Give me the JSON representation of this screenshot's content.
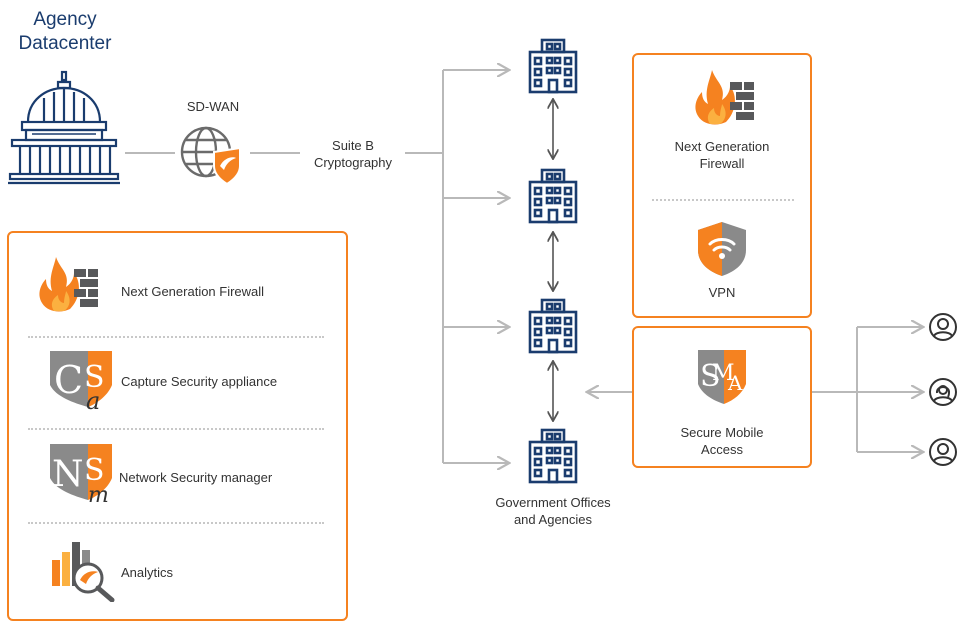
{
  "datacenter": {
    "title_line1": "Agency",
    "title_line2": "Datacenter"
  },
  "sdwan": {
    "label": "SD-WAN"
  },
  "crypto": {
    "line1": "Suite B",
    "line2": "Cryptography"
  },
  "left_panel": {
    "items": [
      {
        "label": "Next Generation Firewall",
        "icon": "firewall-icon"
      },
      {
        "label": "Capture Security appliance",
        "icon": "capture-security-icon"
      },
      {
        "label": "Network Security manager",
        "icon": "network-security-manager-icon"
      },
      {
        "label": "Analytics",
        "icon": "analytics-icon"
      }
    ]
  },
  "right_panel": {
    "firewall_line1": "Next Generation",
    "firewall_line2": "Firewall",
    "vpn": "VPN"
  },
  "sma_panel": {
    "line1": "Secure Mobile",
    "line2": "Access"
  },
  "offices": {
    "line1": "Government Offices",
    "line2": "and Agencies"
  },
  "colors": {
    "accent": "#f58220",
    "navy": "#1a3c6e",
    "connector": "#b9b9b9"
  }
}
